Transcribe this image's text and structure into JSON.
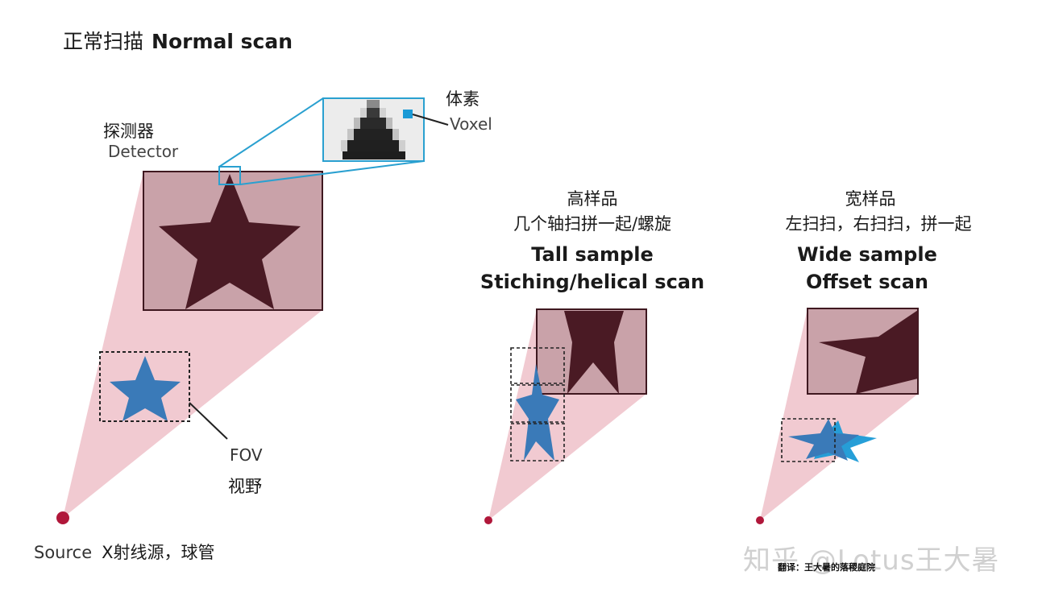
{
  "title": {
    "zh": "正常扫描",
    "en": "Normal scan"
  },
  "normal": {
    "detector_zh": "探测器",
    "detector_en": "Detector",
    "voxel_zh": "体素",
    "voxel_en": "Voxel",
    "fov_en": "FOV",
    "fov_zh": "视野",
    "source_en": "Source",
    "source_zh": "X射线源，球管"
  },
  "tall": {
    "line1_zh": "高样品",
    "line2_zh": "几个轴扫拼一起/螺旋",
    "line1_en": "Tall sample",
    "line2_en": "Stiching/helical scan"
  },
  "wide": {
    "line1_zh": "宽样品",
    "line2_zh": "左扫扫，右扫扫，拼一起",
    "line1_en": "Wide sample",
    "line2_en": "Offset scan"
  },
  "watermark": "知乎 @Lotus王大暑",
  "credit": "翻译：王大暑的落稷庭院",
  "colors": {
    "beam": "#f0c4cc",
    "detector_fill": "#c9a2a9",
    "detector_stroke": "#3f1820",
    "star_dark": "#4a1a24",
    "star_blue": "#3a7ab8",
    "source": "#b0173a",
    "zoom": "#2aa0d0"
  }
}
